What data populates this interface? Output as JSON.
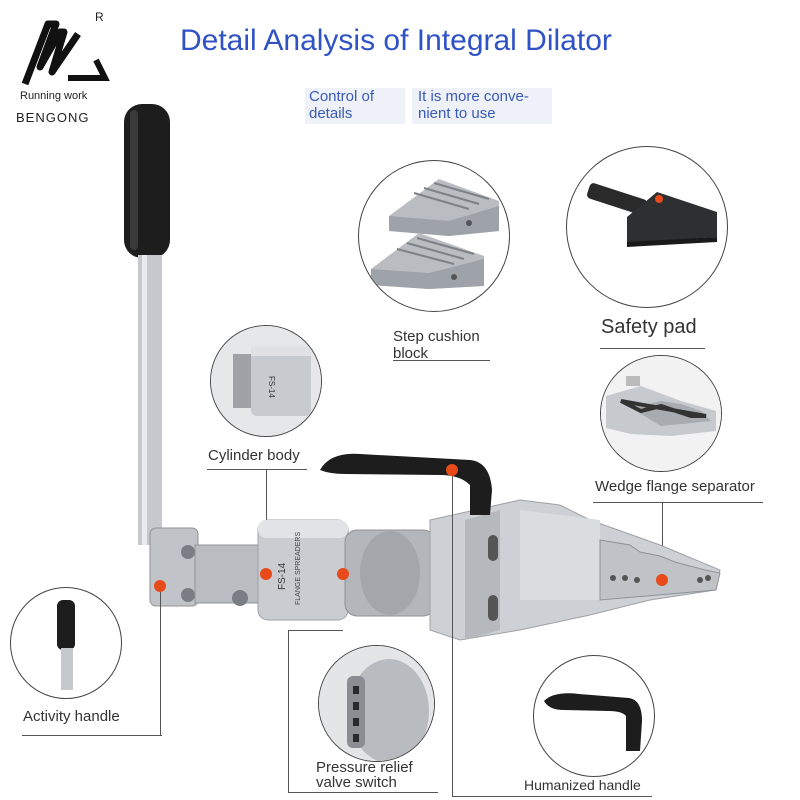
{
  "brand": {
    "mark": "R",
    "tagline": "Running work",
    "name": "BENGONG"
  },
  "title": "Detail Analysis of Integral Dilator",
  "tags": {
    "left": "Control of\ndetails",
    "right": "It is more conve-\nnient to use"
  },
  "labels": {
    "step_cushion": "Step cushion\nblock",
    "safety_pad": "Safety pad",
    "cylinder_body": "Cylinder body",
    "wedge": "Wedge flange separator",
    "activity_handle": "Activity handle",
    "pressure_relief": "Pressure relief\nvalve switch",
    "humanized_handle": "Humanized handle"
  },
  "product_print": {
    "model": "FS-14",
    "caption": "FLANGE SPREADERS"
  },
  "colors": {
    "title": "#2f52c4",
    "marker": "#e84a1a",
    "handle": "#1d1d1d",
    "metal": "#c9ccd0"
  }
}
